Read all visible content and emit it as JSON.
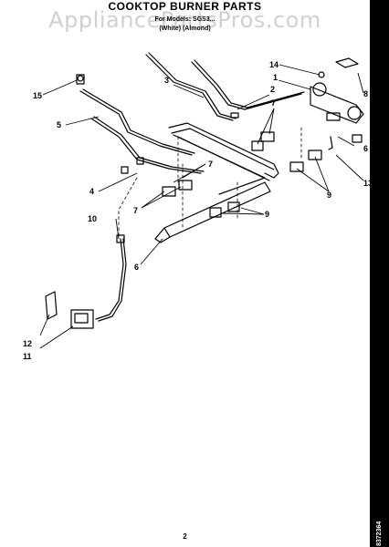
{
  "page": {
    "title": "COOKTOP BURNER PARTS",
    "watermark": "AppliancePartsPros.com",
    "subtitle_line1": "For Models: SGS3...",
    "subtitle_line2": "(White)    (Almond)",
    "page_number": "2",
    "doc_number": "8372364"
  },
  "callouts": [
    "14",
    "1",
    "2",
    "3",
    "15",
    "5",
    "7",
    "7",
    "8",
    "6",
    "13",
    "9",
    "4",
    "7",
    "7",
    "9",
    "10",
    "6",
    "12",
    "11"
  ],
  "colors": {
    "ink": "#000000",
    "sidebar": "#000000",
    "watermark": "#aaaaaa"
  }
}
